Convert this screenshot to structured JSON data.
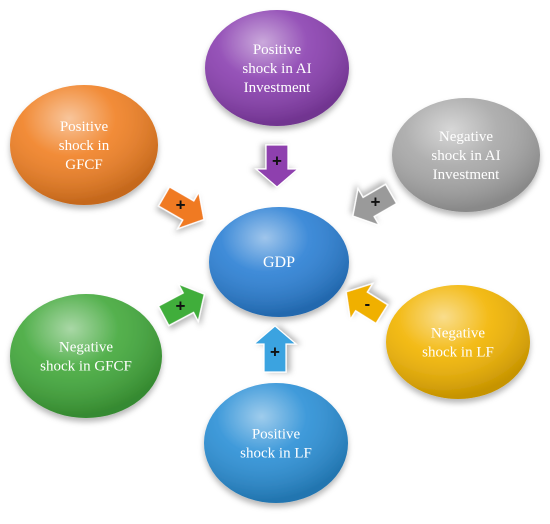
{
  "center": {
    "label": "GDP",
    "color": "#2a7fd4"
  },
  "nodes": [
    {
      "id": "positive-ai-investment",
      "lines": [
        "Positive",
        "shock in AI",
        "Investment"
      ],
      "color": "#8a3fb0",
      "sign": "+",
      "arrow_color": "#8e3fae"
    },
    {
      "id": "negative-ai-investment",
      "lines": [
        "Negative",
        "shock in AI",
        "Investment"
      ],
      "color": "#a7a7a7",
      "sign": "+",
      "arrow_color": "#9a9a9a"
    },
    {
      "id": "negative-lf",
      "lines": [
        "Negative",
        "shock in LF"
      ],
      "color": "#f2b400",
      "sign": "-",
      "arrow_color": "#f0b000"
    },
    {
      "id": "positive-lf",
      "lines": [
        "Positive",
        "shock in LF"
      ],
      "color": "#2a8fd6",
      "sign": "+",
      "arrow_color": "#3aa3e0"
    },
    {
      "id": "negative-gfcf",
      "lines": [
        "Negative",
        "shock in GFCF"
      ],
      "color": "#41a83a",
      "sign": "+",
      "arrow_color": "#3fae3a"
    },
    {
      "id": "positive-gfcf",
      "lines": [
        "Positive",
        "shock in",
        "GFCF"
      ],
      "color": "#f07f22",
      "sign": "+",
      "arrow_color": "#f07a20"
    }
  ]
}
